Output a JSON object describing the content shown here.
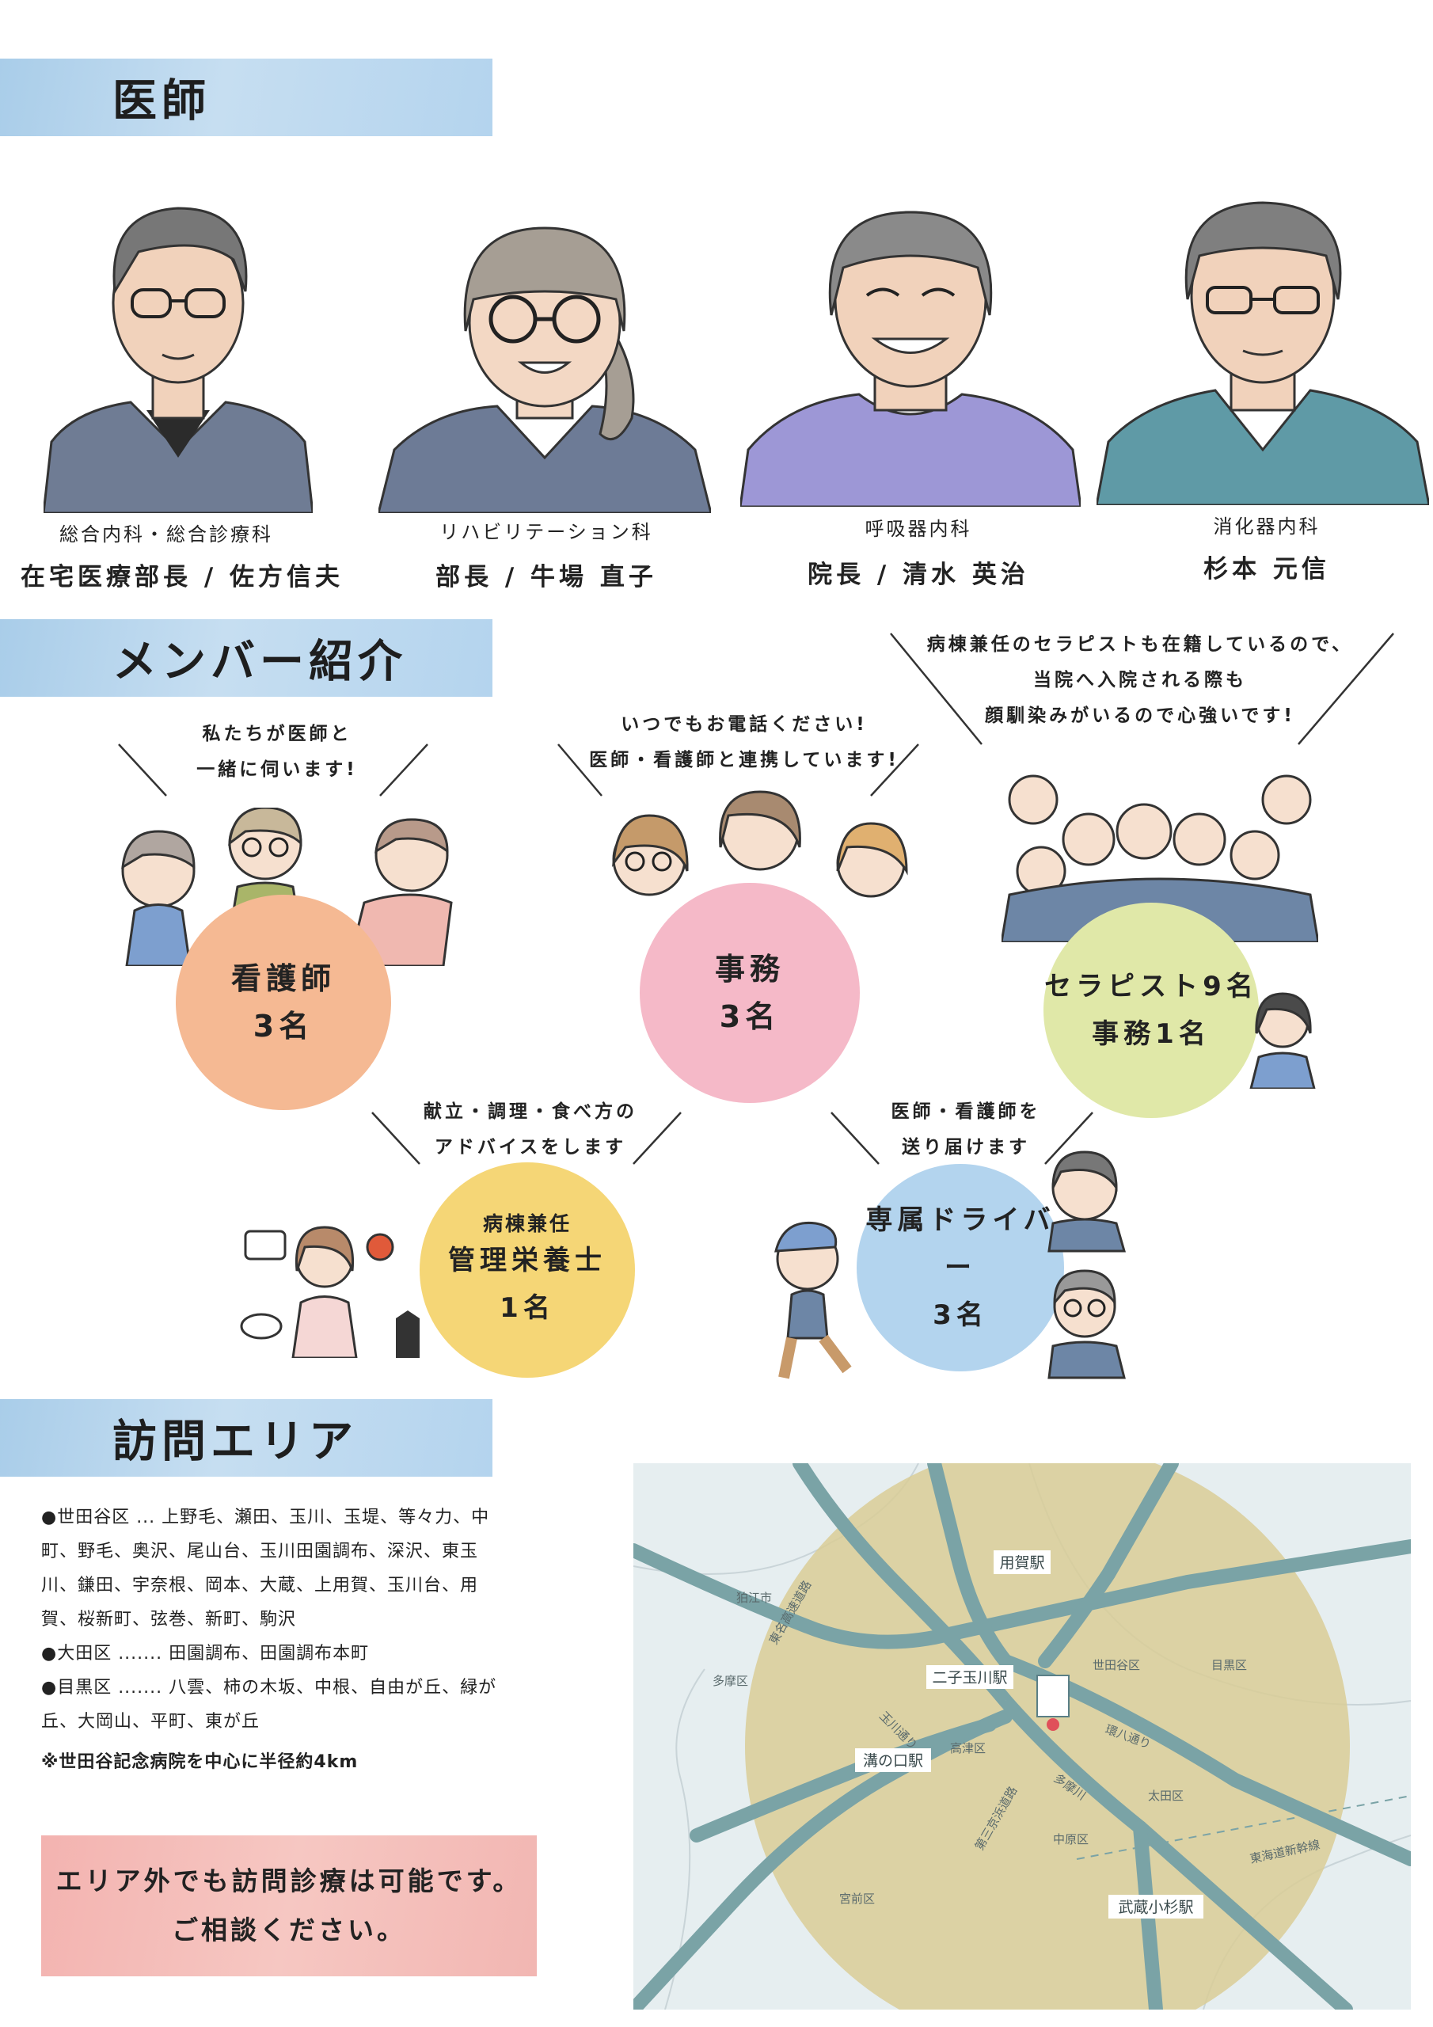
{
  "sections": {
    "doctors_title": "医師",
    "members_title": "メンバー紹介",
    "area_title": "訪問エリア"
  },
  "doctors": [
    {
      "specialty": "総合内科・総合診療科",
      "name": "在宅医療部長 / 佐方信夫",
      "shirt": "#6f7c94"
    },
    {
      "specialty": "リハビリテーション科",
      "name": "部長 / 牛場 直子",
      "shirt": "#6d7b96"
    },
    {
      "specialty": "呼吸器内科",
      "name": "院長 / 清水 英治",
      "shirt": "#9d97d6"
    },
    {
      "specialty": "消化器内科",
      "name": "杉本 元信",
      "shirt": "#5f9aa6"
    }
  ],
  "members": {
    "nurse": {
      "note": [
        "私たちが医師と",
        "一緒に伺います!"
      ],
      "title": "看護師",
      "count": "3名",
      "color": "#f5b993"
    },
    "office": {
      "note": [
        "いつでもお電話ください!",
        "医師・看護師と連携しています!"
      ],
      "title": "事務",
      "count": "3名",
      "color": "#f5b9c8"
    },
    "therapist": {
      "note": [
        "病棟兼任のセラピストも在籍しているので、",
        "当院へ入院される際も",
        "顔馴染みがいるので心強いです!"
      ],
      "title": "セラピスト9名",
      "count": "事務1名",
      "color": "#e0e8a8"
    },
    "dietitian": {
      "note": [
        "献立・調理・食べ方の",
        "アドバイスをします"
      ],
      "small": "病棟兼任",
      "title": "管理栄養士",
      "count": "1名",
      "color": "#f5d676"
    },
    "driver": {
      "note": [
        "医師・看護師を",
        "送り届けます"
      ],
      "title": "専属ドライバー",
      "count": "3名",
      "color": "#b3d4ee"
    }
  },
  "area": {
    "lines": [
      "●世田谷区 ... 上野毛、瀬田、玉川、玉堤、等々力、中",
      "町、野毛、奥沢、尾山台、玉川田園調布、深沢、東玉",
      "川、鎌田、宇奈根、岡本、大蔵、上用賀、玉川台、用",
      "賀、桜新町、弦巻、新町、駒沢",
      "●大田区 ....... 田園調布、田園調布本町",
      "●目黒区 ....... 八雲、柿の木坂、中根、自由が丘、緑が",
      "丘、大岡山、平町、東が丘"
    ],
    "note": "※世田谷記念病院を中心に半径約4km",
    "cta": [
      "エリア外でも訪問診療は可能です。",
      "ご相談ください。"
    ]
  },
  "map": {
    "stations": [
      "用賀駅",
      "二子玉川駅",
      "溝の口駅",
      "武蔵小杉駅"
    ],
    "labels": [
      "狛江市",
      "多摩区",
      "世田谷区",
      "目黒区",
      "高津区",
      "太田区",
      "中原区",
      "宮前区"
    ],
    "roads": [
      "東名高速道路",
      "玉川通り",
      "環八通り",
      "第三京浜道路",
      "多摩川",
      "東海道新幹線"
    ],
    "circle_color": "#d9cd96",
    "road_color": "#7aa3a6",
    "bg_color": "#e6eef0"
  }
}
